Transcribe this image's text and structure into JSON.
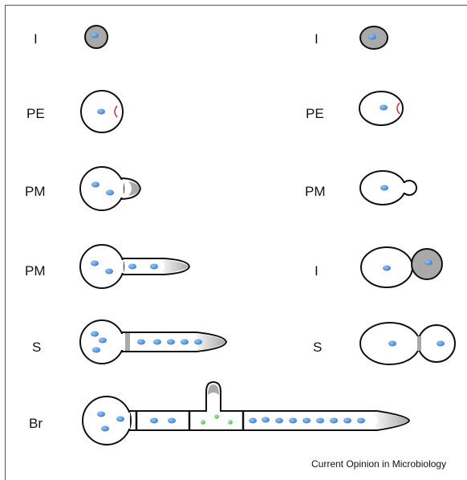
{
  "left_column_labels": [
    "I",
    "PE",
    "PM",
    "PM",
    "S",
    "Br"
  ],
  "right_column_labels": [
    "I",
    "PE",
    "PM",
    "I",
    "S"
  ],
  "credit": "Current Opinion in Microbiology",
  "colors": {
    "nucleus": "#3d7fd0",
    "nucleus_highlight": "#9cc4f2",
    "green_body": "#3cba3c",
    "grey_fill": "#a9a9a9",
    "light_grey": "#d6d6d6",
    "outline": "#111111",
    "red_mark": "#d03030"
  }
}
